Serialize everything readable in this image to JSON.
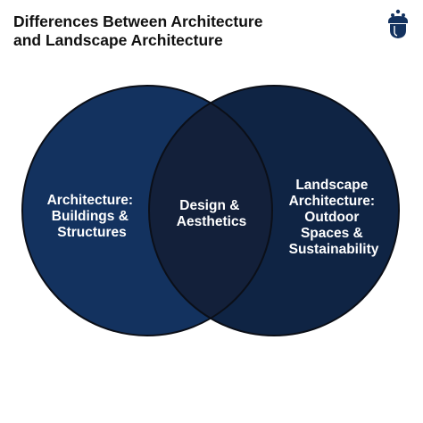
{
  "header": {
    "title_line1": "Differences Between Architecture",
    "title_line2": "and Landscape Architecture",
    "logo_icon": "acorn-icon"
  },
  "diagram": {
    "type": "venn",
    "colors": {
      "left_circle": "#13325f",
      "right_circle": "#0f2444",
      "overlap": "#13203a",
      "outline": "#0b0f18",
      "text": "#ffffff"
    },
    "left": {
      "lines": [
        "Architecture:",
        "Buildings &",
        "Structures"
      ]
    },
    "center": {
      "lines": [
        "Design &",
        "Aesthetics"
      ]
    },
    "right": {
      "lines": [
        "Landscape",
        "Architecture:",
        "Outdoor",
        "Spaces &",
        "Sustainability"
      ]
    }
  }
}
